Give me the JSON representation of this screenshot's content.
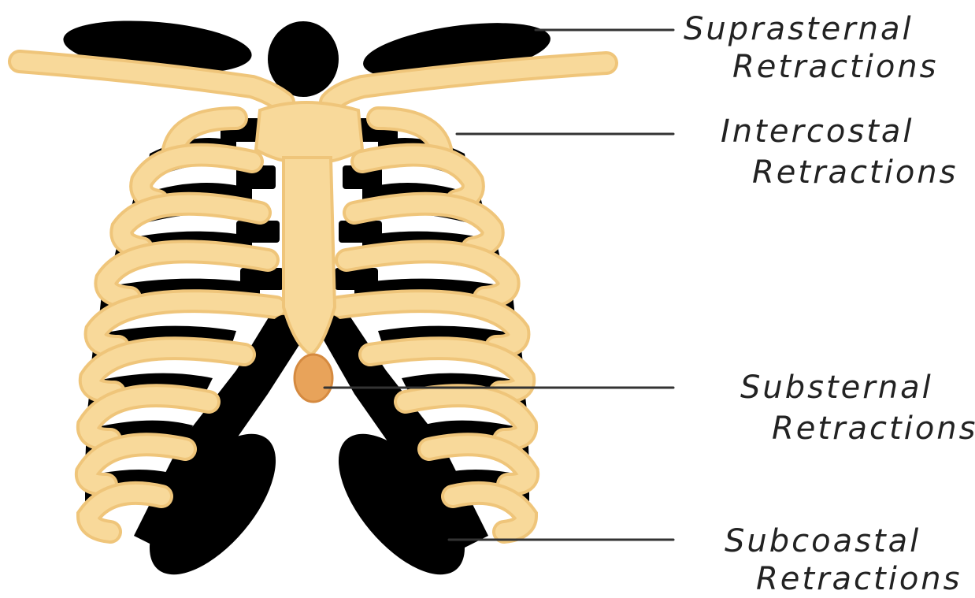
{
  "labels": {
    "suprasternal": {
      "line1": "Suprasternal",
      "line2": "Retractions"
    },
    "intercostal": {
      "line1": "Intercostal",
      "line2": "Retractions"
    },
    "substernal": {
      "line1": "Substernal",
      "line2": "Retractions"
    },
    "subcostal": {
      "line1": "Subcoastal",
      "line2": "Retractions"
    }
  },
  "colors": {
    "bone": "#f8d99a",
    "bone_edge": "#efc57a",
    "muscle": "#d98a93",
    "muscle_dark": "#b36b7a",
    "cartilage": "#d6dde3",
    "xiphoid": "#e8a35a",
    "line": "#333333"
  }
}
